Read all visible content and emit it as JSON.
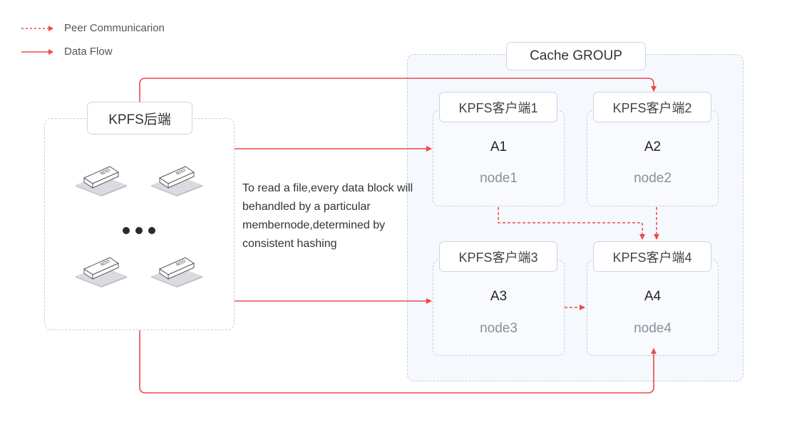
{
  "legend": [
    {
      "style": "dotted",
      "label": "Peer Communicarion"
    },
    {
      "style": "solid",
      "label": "Data Flow"
    }
  ],
  "colors": {
    "arrow": "#f04848",
    "border": "#c9ced9",
    "group_fill": "#f5f8fd"
  },
  "backend": {
    "label": "KPFS后端",
    "devices": [
      {
        "icon": "hdd-device-icon",
        "badge": "NDD"
      },
      {
        "icon": "hdd-device-icon",
        "badge": "NDD"
      },
      {
        "icon": "hdd-device-icon",
        "badge": "NDD"
      },
      {
        "icon": "hdd-device-icon",
        "badge": "NDD"
      }
    ],
    "ellipsis": "more-icon"
  },
  "description": "To read a file,every data block will behandled by a particular membernode,determined by consistent hashing",
  "cache_group": {
    "label": "Cache GROUP",
    "clients": [
      {
        "label": "KPFS客户端1",
        "id": "A1",
        "node": "node1"
      },
      {
        "label": "KPFS客户端2",
        "id": "A2",
        "node": "node2"
      },
      {
        "label": "KPFS客户端3",
        "id": "A3",
        "node": "node3"
      },
      {
        "label": "KPFS客户端4",
        "id": "A4",
        "node": "node4"
      }
    ]
  }
}
